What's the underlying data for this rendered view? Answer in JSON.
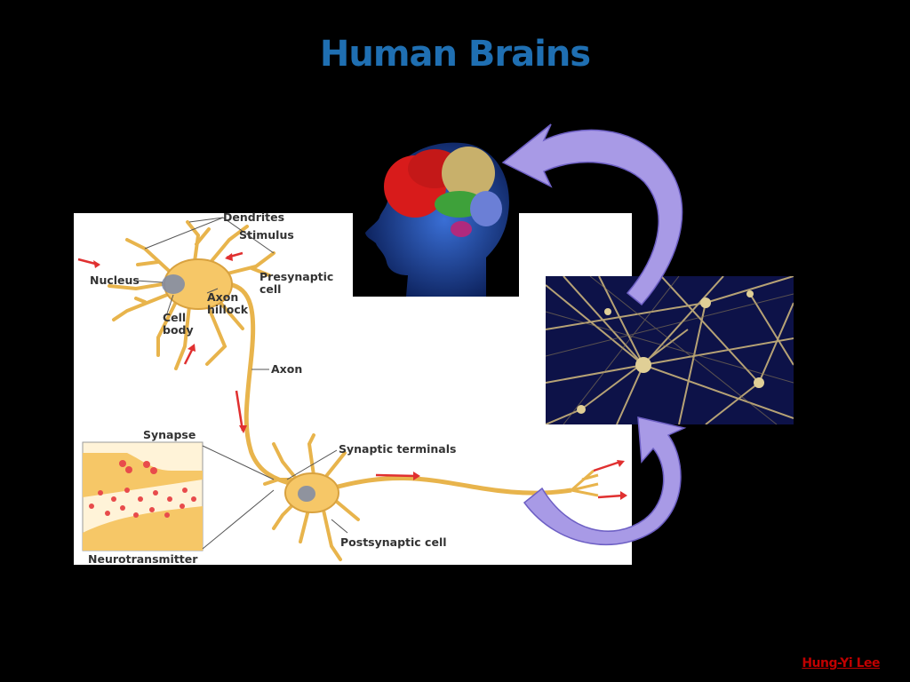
{
  "slide": {
    "title": "Human Brains",
    "author": "Hung-Yi Lee",
    "colors": {
      "title": "#1f6fb2",
      "author": "#c00000",
      "arrow": "#a89ae6",
      "arrow_edge": "#6d5fc4",
      "neuron": "#f4c35e"
    }
  },
  "neuron_diagram": {
    "labels": {
      "dendrites": "Dendrites",
      "stimulus": "Stimulus",
      "nucleus": "Nucleus",
      "axon_hillock": "Axon\nhillock",
      "presynaptic_cell": "Presynaptic\ncell",
      "cell_body": "Cell\nbody",
      "axon": "Axon",
      "synapse": "Synapse",
      "synaptic_terminals": "Synaptic terminals",
      "postsynaptic_cell": "Postsynaptic cell",
      "neurotransmitter": "Neurotransmitter"
    }
  },
  "images": {
    "brain": "human-head-brain-icon",
    "network": "neural-network-icon"
  }
}
